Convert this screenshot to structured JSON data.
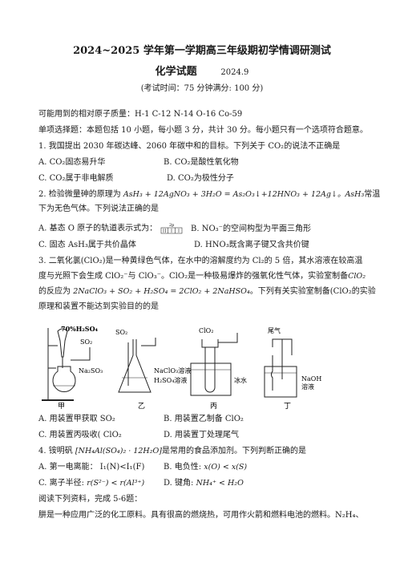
{
  "header": {
    "title": "2024~2025 学年第一学期高三年级期初学情调研测试",
    "subject": "化学试题",
    "date": "2024.9",
    "exam_info": "(考试时间：75 分钟满分: 100 分)"
  },
  "intro": {
    "atomic_masses": "可能用到的相对原子质量：H-1 C-12  N-14   O-16   Co-59",
    "instructions": "单项选择题：本题包括 10 小题，每小题 3 分，共计 30 分。每小题只有一个选项符合题意。"
  },
  "q1": {
    "stem": "1. 我国提出 2030 年碳达峰、2060 年碳中和的目标。下列关于 CO₂的说法不正确是",
    "A": "A. CO₂固态易升华",
    "B": "B. CO₂是酸性氧化物",
    "C": "C. CO₂属于非电解质",
    "D": "D. CO₂为极性分子"
  },
  "q2": {
    "stem_prefix": "2. 检验微量砷的原理为",
    "equation": "AsH₃ + 12AgNO₃ + 3H₂O = As₂O₃↓+12HNO₃ + 12Ag↓。AsH₃",
    "stem_suffix": "常温",
    "stem_line2": "下为无色气体。下列说法正确的是",
    "A": "A. 基态 O 原子的轨道表示式为：",
    "orbital_label": "2p",
    "B": "B. NO₃⁻的空间构型为平面三角形",
    "C": "C. 固态 AsH₃属于共价晶体",
    "D": "D. HNO₃既含离子键又含共价键"
  },
  "q3": {
    "line1": "3. 二氧化氯(ClO₂)是一种黄绿色气体，在水中的溶解度约为 Cl₂的 5 倍，其水溶液在较高温",
    "line2": "度与光照下会生成 ClO₂⁻与 ClO₃⁻。ClO₂是一种极易爆炸的强氧化性气体，实验室制备",
    "line2_math": "ClO₂",
    "line3_prefix": "的反应为",
    "line3_equation": "2NaClO₃ + SO₂ + H₂SO₄ = 2ClO₂ + 2NaHSO₄",
    "line3_suffix": "。下列有关实验室制备(ClO₂的实验",
    "line4": "原理和装置不能达到实验目的的是",
    "A": "A. 用装置甲获取   SO₂",
    "B": "B. 用装置乙制备   ClO₂",
    "C": "C. 用装置丙吸收(  ClO₂",
    "D": "D. 用装置丁处理尾气"
  },
  "figure": {
    "acid_label": "70%H₂SO₄",
    "so2_label_1": "SO₂",
    "na2so3_label": "Na₂SO₃",
    "jia": "甲",
    "so2_label_2": "SO₂",
    "naclo3_label": "NaClO₃溶液",
    "h2so4_label": "H₂SO₄溶液",
    "yi": "乙",
    "clo2_label": "ClO₂",
    "icewater_label": "冰水",
    "bing": "丙",
    "tailgas_label": "尾气",
    "naoh_label": "NaOH",
    "solution_label": "溶液",
    "ding": "丁"
  },
  "q4": {
    "stem_prefix": "4. 铵明矾",
    "formula": "[NH₄Al(SO₄)₂ · 12H₂O]",
    "stem_suffix": "是常用的食品添加剂。下列判断正确的是",
    "A": "A. 第一电离能：  I₁(N)<I₁(F)",
    "B_prefix": "B. 电负性:",
    "B_math": "x(O) < x(S)",
    "C_prefix": "C. 离子半径:",
    "C_math": "r(S²⁻) < r(Al³⁺)",
    "D_prefix": "D. 键角:",
    "D_math": "NH₄⁺ < H₂O"
  },
  "reading": {
    "line1": "阅读下列资料，完成 5-6题：",
    "line2": "肼是一种应用广泛的化工原料。具有很高的燃烧热，可用作火箭和燃料电池的燃料。N₂H₄、"
  }
}
